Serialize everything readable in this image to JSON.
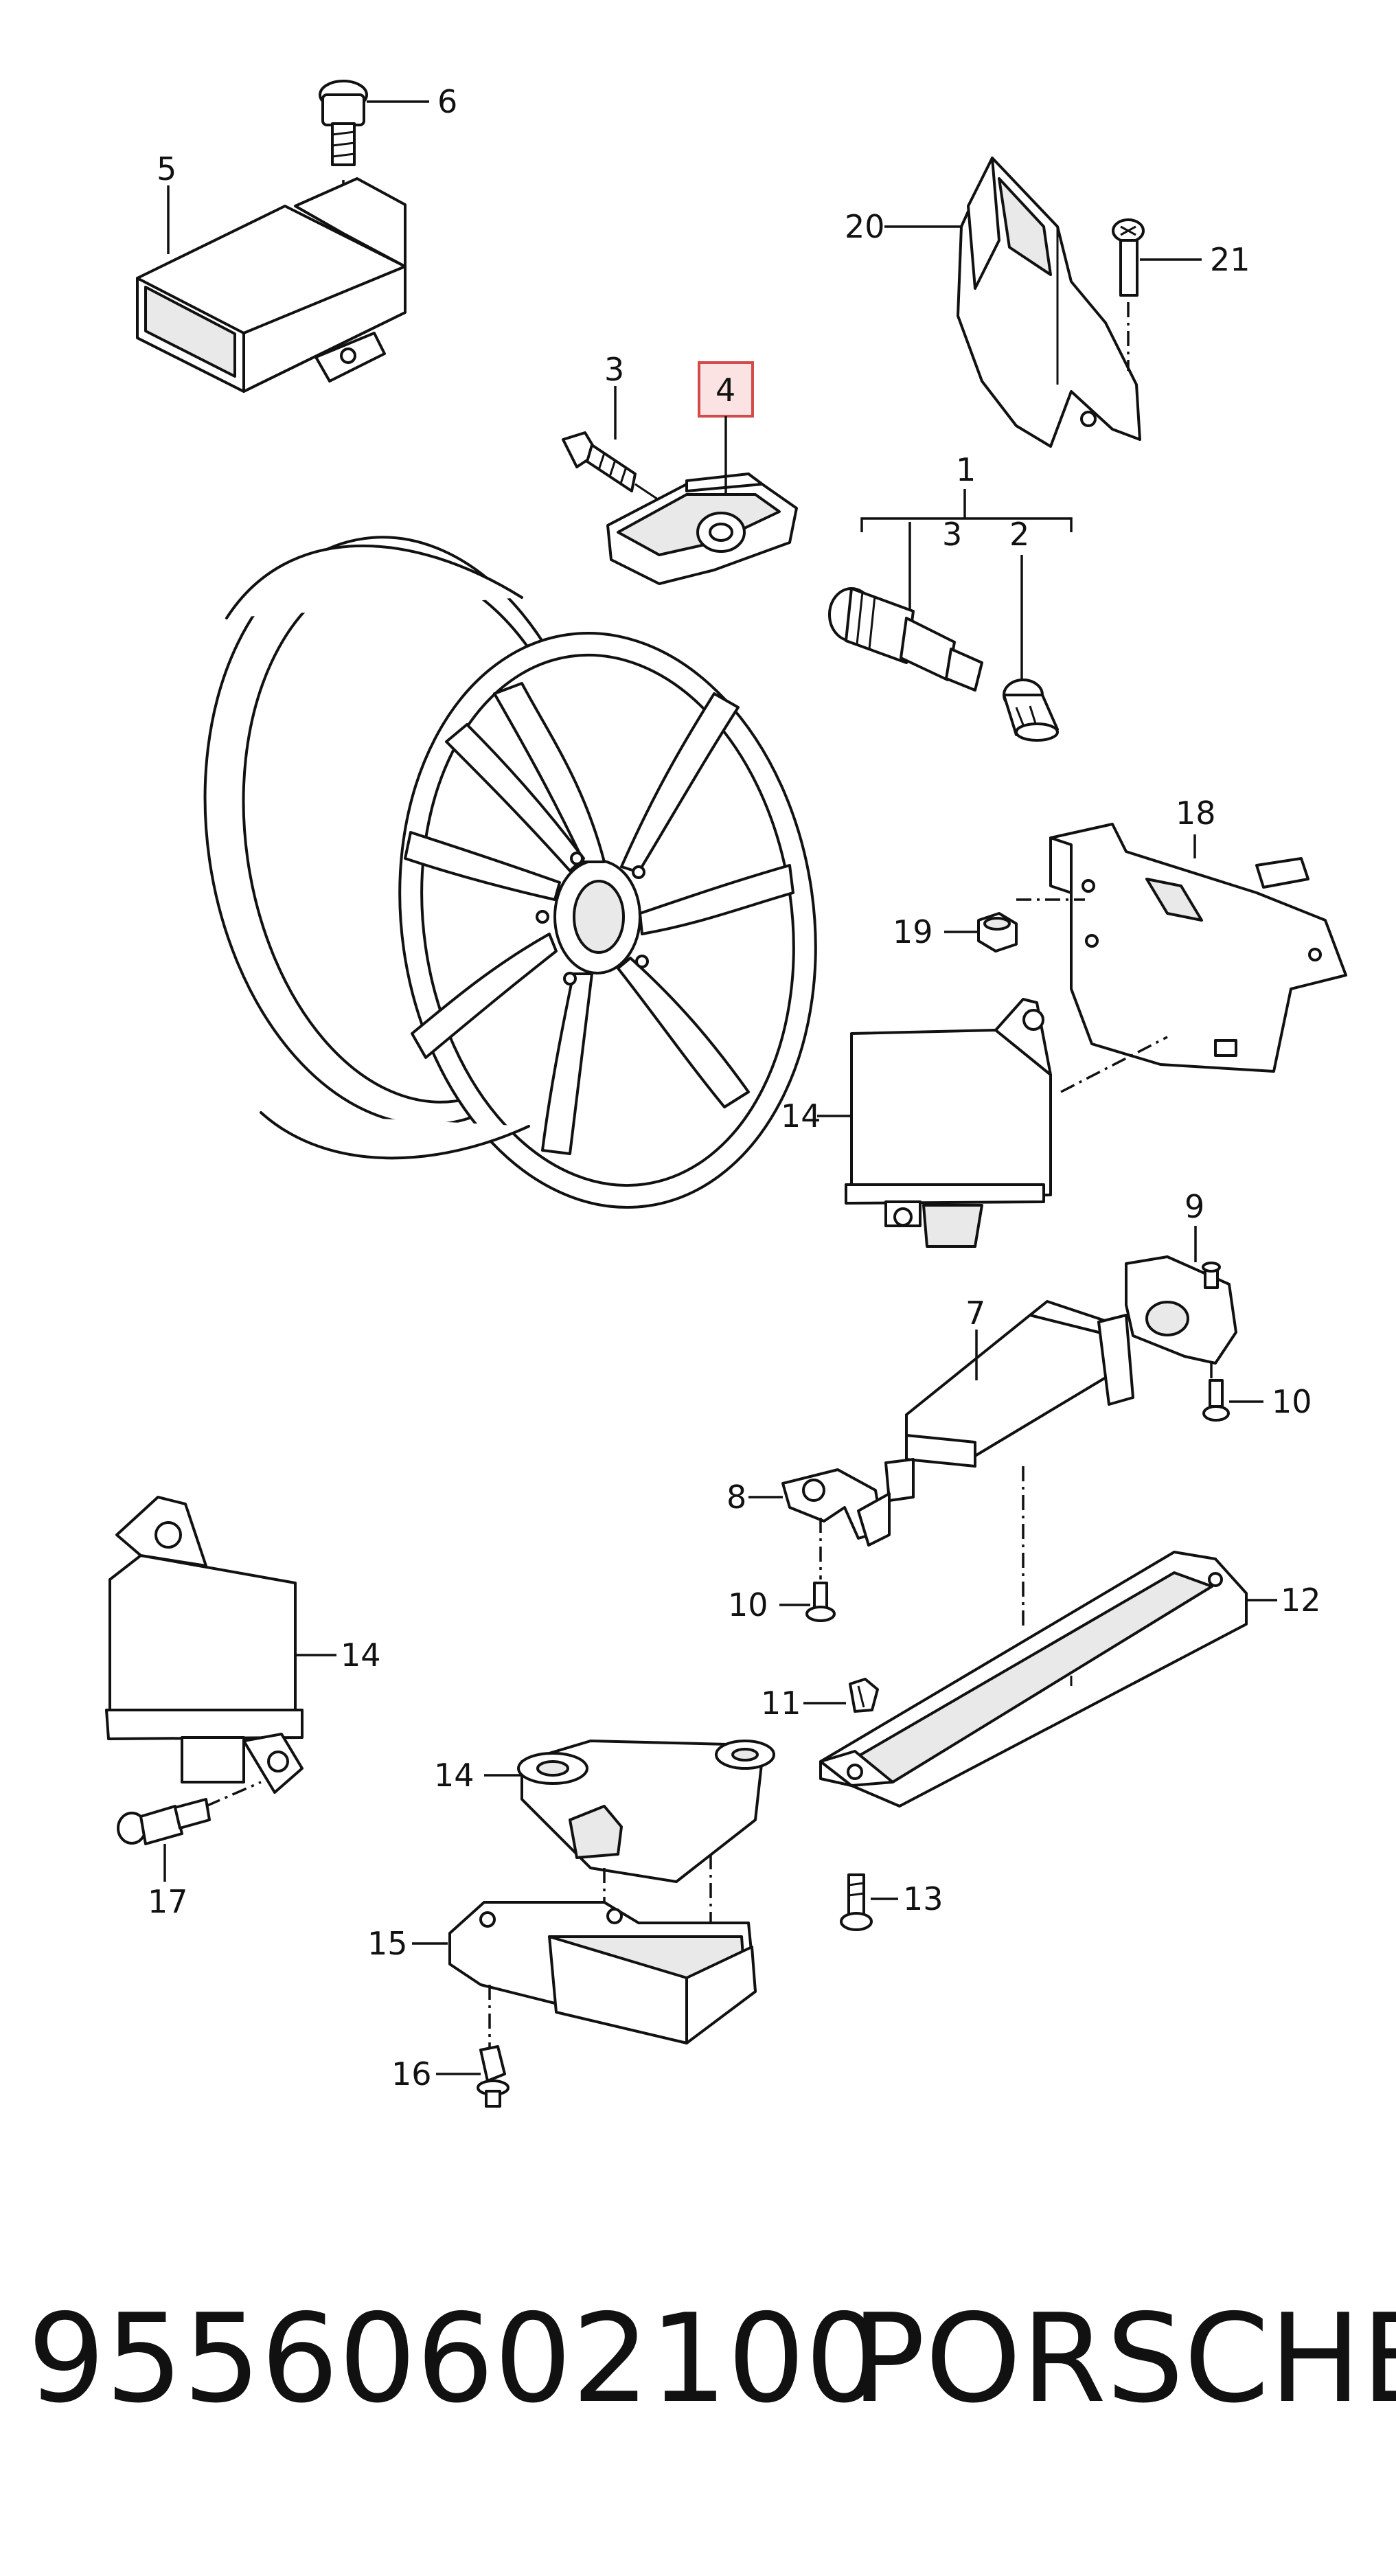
{
  "callouts": {
    "c1": "1",
    "c2": "2",
    "c3a": "3",
    "c3b": "3",
    "c4": "4",
    "c5": "5",
    "c6": "6",
    "c7": "7",
    "c8": "8",
    "c9": "9",
    "c10a": "10",
    "c10b": "10",
    "c11": "11",
    "c12": "12",
    "c13": "13",
    "c14a": "14",
    "c14b": "14",
    "c14c": "14",
    "c15": "15",
    "c16": "16",
    "c17": "17",
    "c18": "18",
    "c19": "19",
    "c20": "20",
    "c21": "21"
  },
  "highlighted_part": "4",
  "highlight_color": "#d24b4b",
  "footer": {
    "part_number": "95560602100",
    "brand": "PORSCHE"
  }
}
